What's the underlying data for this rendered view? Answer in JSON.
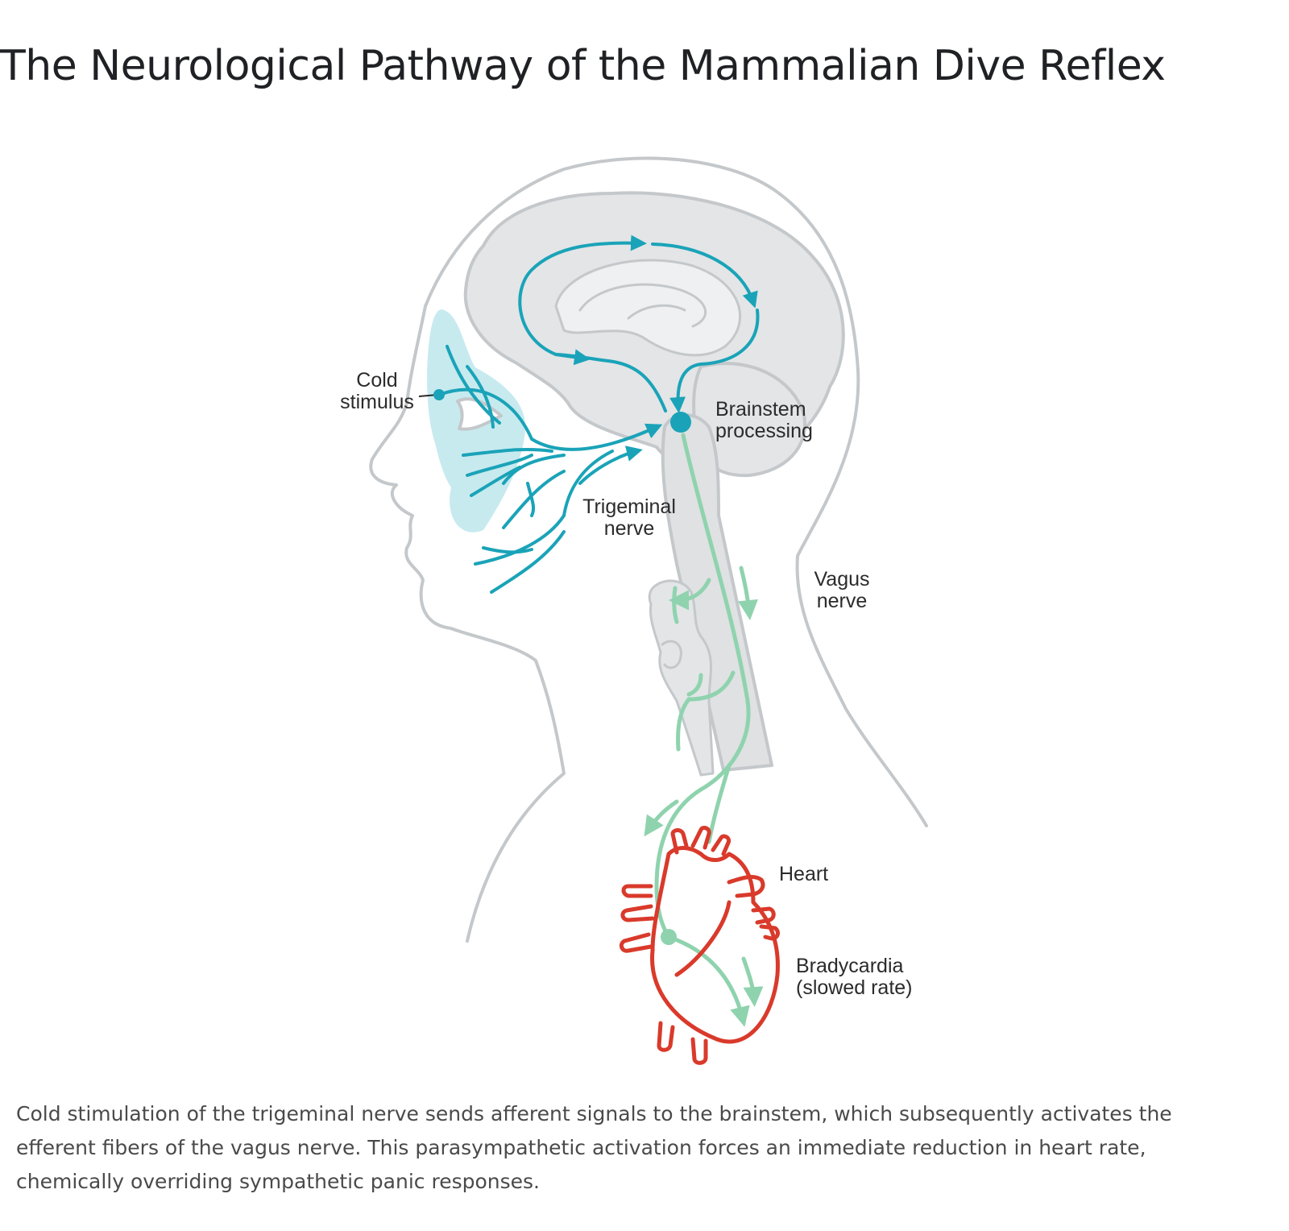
{
  "title": "The Neurological Pathway of the Mammalian Dive Reflex",
  "labels": {
    "cold_stimulus": [
      "Cold",
      "stimulus"
    ],
    "brainstem": [
      "Brainstem",
      "processing"
    ],
    "trigeminal": [
      "Trigeminal",
      "nerve"
    ],
    "vagus": [
      "Vagus",
      "nerve"
    ],
    "heart": "Heart",
    "bradycardia": [
      "Bradycardia",
      "(slowed rate)"
    ]
  },
  "caption": "Cold stimulation of the trigeminal nerve sends afferent signals to the brainstem, which subsequently activates the efferent fibers of the vagus nerve. This parasympathetic activation forces an immediate reduction in heart rate, chemically overriding sympathetic panic responses.",
  "colors": {
    "trigeminal": "#1aa3b8",
    "vagus": "#8fd3ae",
    "heart": "#d93a2b",
    "outline": "#c4c8cb",
    "brain_fill": "#e3e5e7",
    "face_zone": "#bde6ec"
  }
}
